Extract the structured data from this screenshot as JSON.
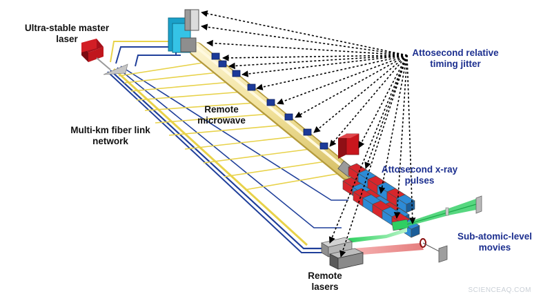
{
  "labels": {
    "master_laser": [
      "Ultra-stable master",
      "laser"
    ],
    "timing_jitter": [
      "Attosecond relative",
      "timing jitter"
    ],
    "remote_microwave": [
      "Remote",
      "microwave"
    ],
    "fiber_network": [
      "Multi-km fiber link",
      "network"
    ],
    "xray_pulses": [
      "Attosecond x-ray",
      "pulses"
    ],
    "movies": [
      "Sub-atomic-level",
      "movies"
    ],
    "remote_lasers": [
      "Remote",
      "lasers"
    ]
  },
  "watermark": "SCIENCEAQ.COM",
  "colors": {
    "label_blue": "#1c2f8f",
    "fiber_yellow": "#e8d24a",
    "fiber_blue": "#1f3f9a",
    "laser_red": "#c0161c",
    "accelerator_tube": "#f4e6a6",
    "undulator_red": "#d7262c",
    "undulator_blue": "#2d8bd6",
    "xray_green": "#3ad06a",
    "remote_beam_pink": "#f2a7a7"
  }
}
